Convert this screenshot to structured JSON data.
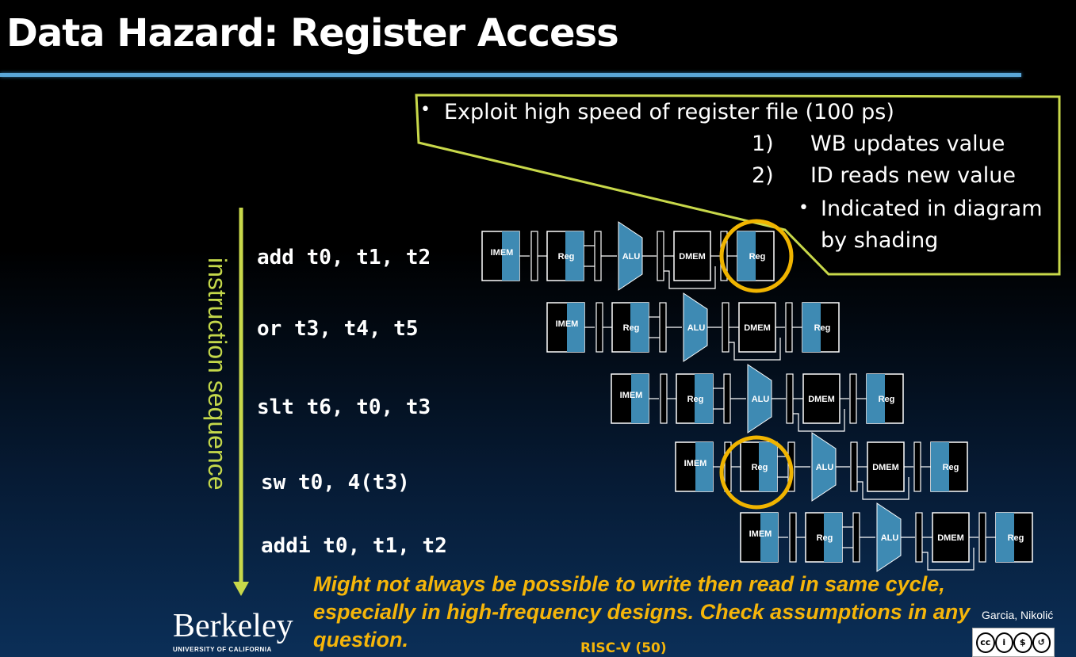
{
  "slide": {
    "title": "Data Hazard: Register Access",
    "callout": {
      "bullet": "•",
      "line1": "Exploit high speed of register file (100 ps)",
      "item1_num": "1)",
      "item1_text": "WB updates value",
      "item2_num": "2)",
      "item2_text": "ID reads new value",
      "sub_bullet": "•",
      "sub_line1": "Indicated in diagram",
      "sub_line2": "by shading"
    },
    "instructions": [
      "add t0, t1, t2",
      "or t3, t4, t5",
      "slt t6, t0, t3",
      "sw t0, 4(t3)",
      "addi t0, t1, t2"
    ],
    "sequence_label": "instruction sequence",
    "stage_labels": {
      "imem": "IMEM",
      "reg": "Reg",
      "alu": "ALU",
      "dmem": "DMEM"
    },
    "note": "Might not always be possible to write then read in same cycle, especially in high-frequency designs. Check assumptions in any question.",
    "logo_text": "Berkeley",
    "logo_sub": "UNIVERSITY OF CALIFORNIA",
    "credit": "Garcia, Nikolić",
    "footer": "RISC-V (50)",
    "colors": {
      "accent_blue": "#3e8ab3",
      "highlight_ring": "#f0b400",
      "callout_border": "#c8d84a",
      "note_text": "#f5b50a",
      "title_rule": "#5aa6d8"
    }
  }
}
